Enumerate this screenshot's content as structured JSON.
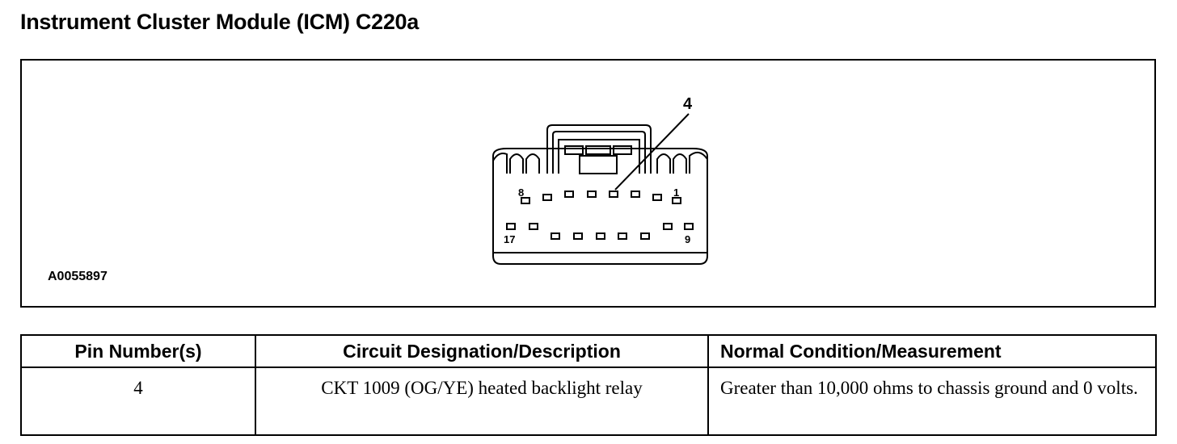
{
  "title": "Instrument Cluster Module (ICM) C220a",
  "diagram": {
    "figure_id": "A0055897",
    "callout_pin": "4",
    "pin_labels": {
      "pin_8": "8",
      "pin_1": "1",
      "pin_17": "17",
      "pin_9": "9"
    }
  },
  "table": {
    "headers": [
      "Pin Number(s)",
      "Circuit Designation/Description",
      "Normal Condition/Measurement"
    ],
    "rows": [
      {
        "pin": "4",
        "circuit": "CKT 1009 (OG/YE) heated backlight relay",
        "condition": "Greater than 10,000 ohms to chassis ground and 0 volts."
      }
    ]
  }
}
